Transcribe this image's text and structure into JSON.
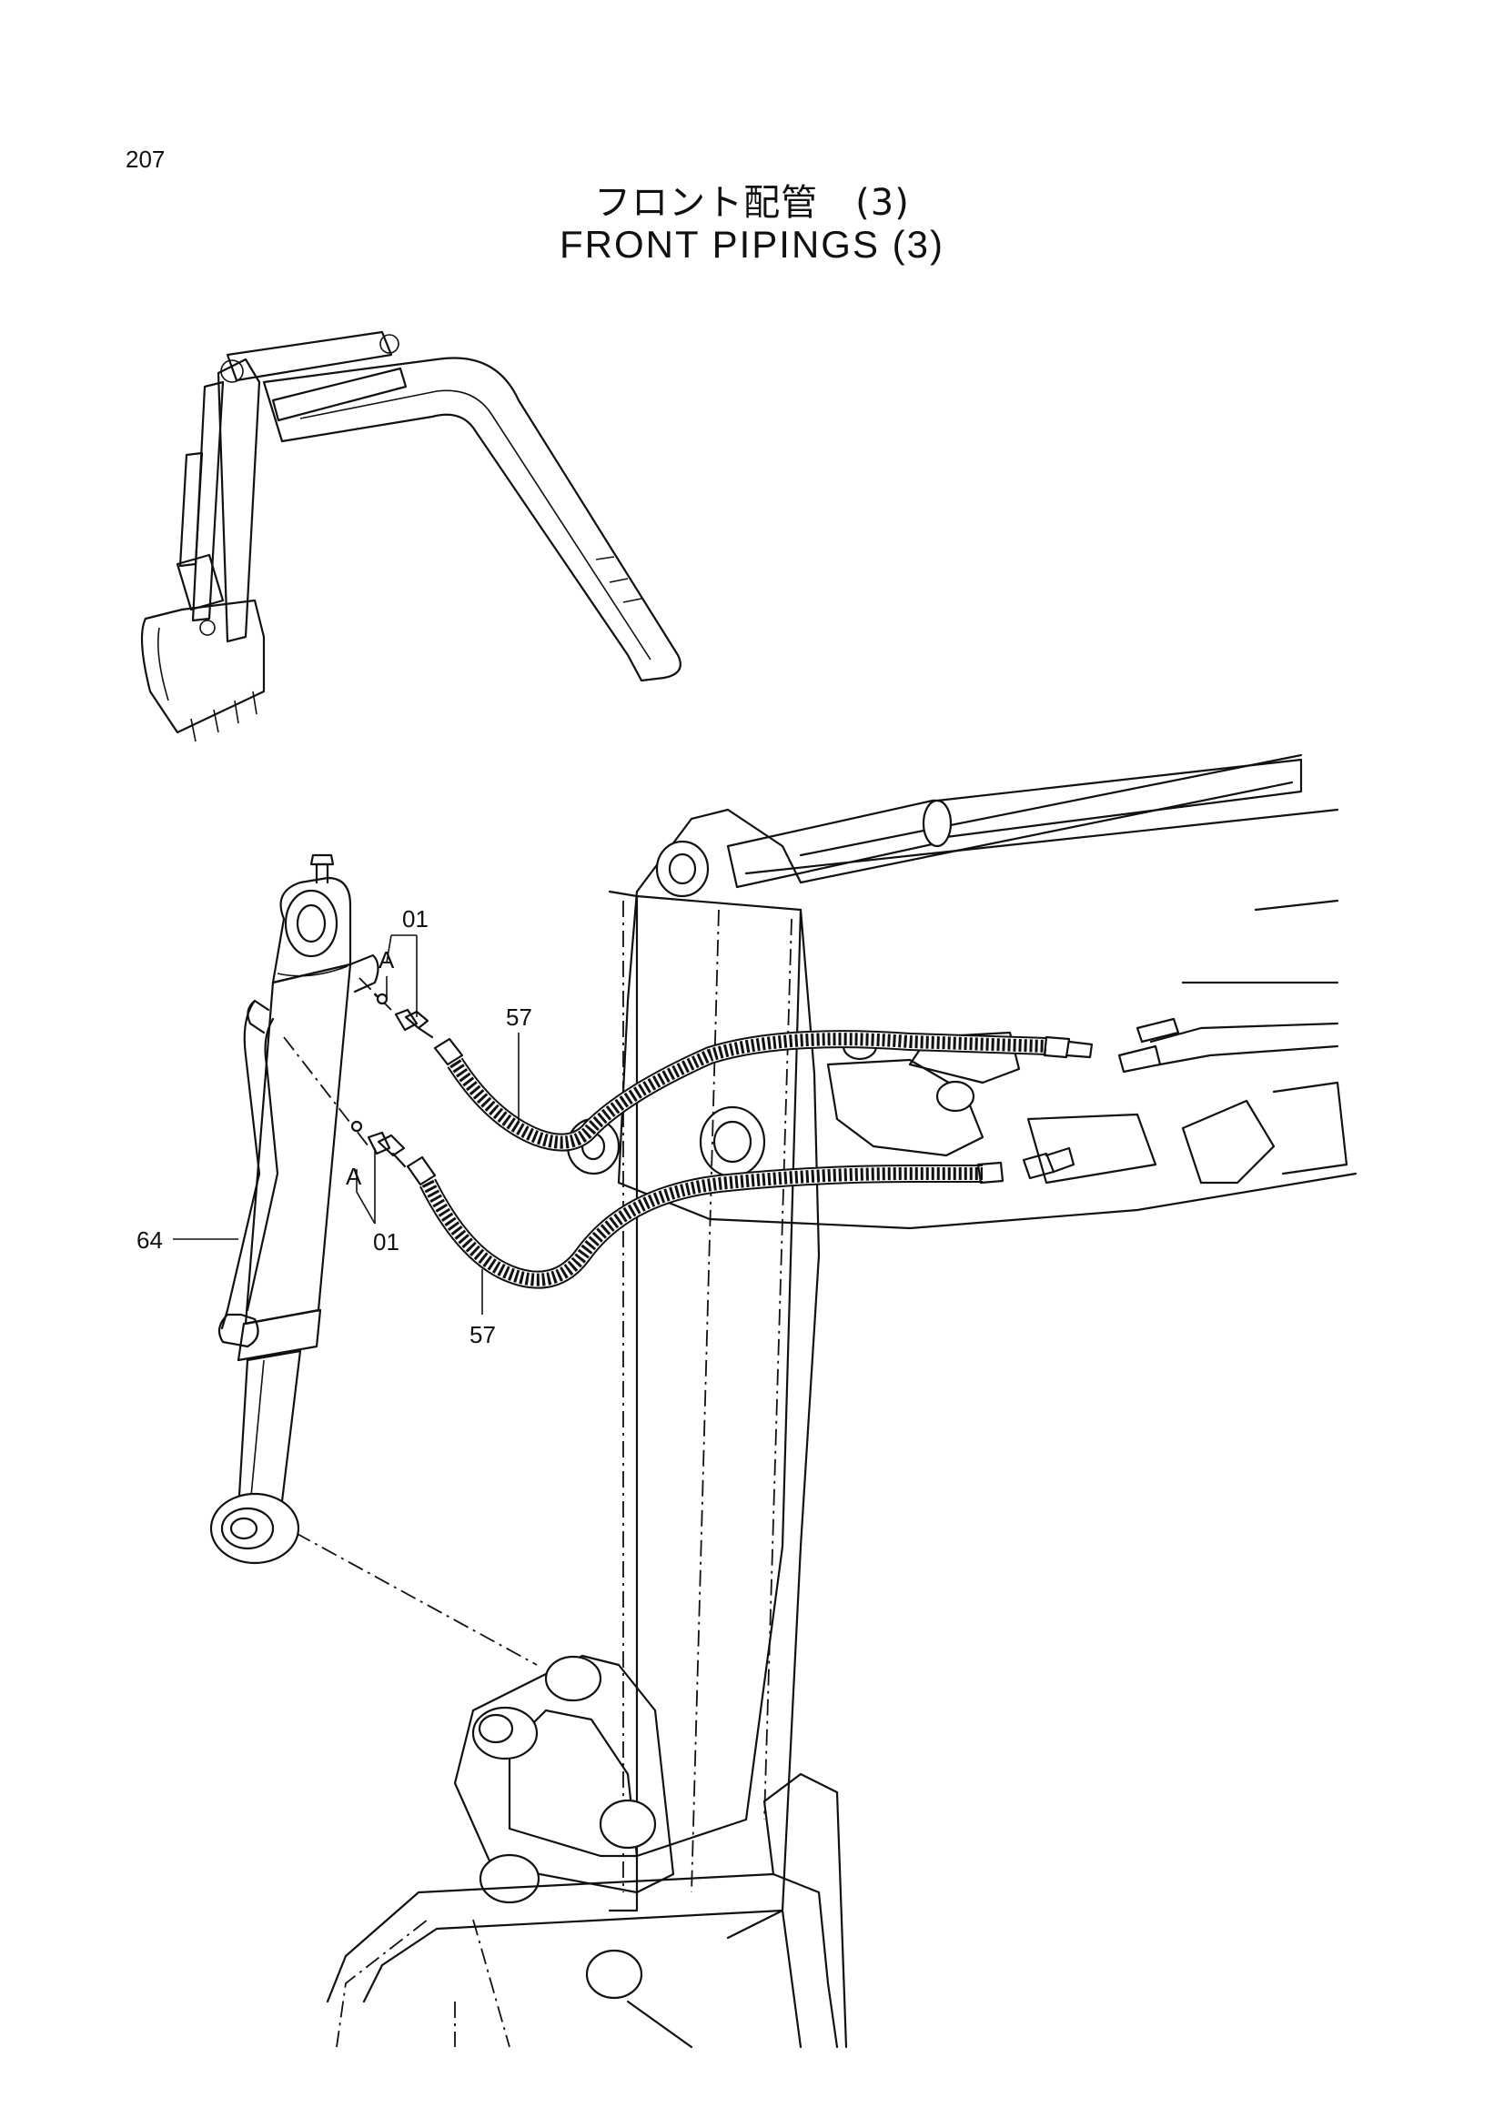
{
  "page_number": "207",
  "title_japanese": "フロント配管　(3)",
  "title_english": "FRONT PIPINGS (3)",
  "callouts": {
    "upper_fitting": "01",
    "upper_fitting_view": "A",
    "upper_hose": "57",
    "cylinder": "64",
    "lower_fitting_view": "A",
    "lower_fitting": "01",
    "lower_hose": "57"
  }
}
